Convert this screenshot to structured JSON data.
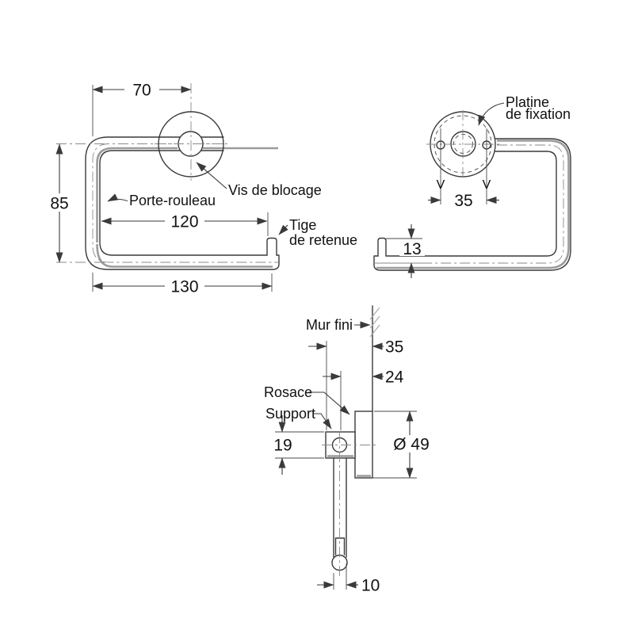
{
  "drawing": {
    "colors": {
      "line": "#3a3a3a",
      "shade": "#9c9c9c",
      "centerline": "#8a8a8a",
      "text": "#111111",
      "background": "#ffffff"
    },
    "front_view": {
      "dims": {
        "plate_offset": "70",
        "height": "85",
        "inner_width": "120",
        "total_width": "130"
      },
      "labels": {
        "roll_holder": "Porte-rouleau",
        "locking_screw": "Vis de blocage",
        "rod_line1": "Tige",
        "rod_line2": "de retenue"
      }
    },
    "plate_view": {
      "dims": {
        "hole_spacing": "35",
        "rod_height": "13"
      },
      "labels": {
        "plate_line1": "Platine",
        "plate_line2": "de fixation",
        "v_left": "V",
        "v_right": "V"
      }
    },
    "profile_view": {
      "dims": {
        "wall_to_front": "35",
        "wall_to_axis": "24",
        "support_height": "19",
        "rosette_diameter": "Ø 49",
        "arm_diameter": "10"
      },
      "labels": {
        "finished_wall": "Mur fini",
        "rosette": "Rosace",
        "support": "Support"
      }
    }
  }
}
